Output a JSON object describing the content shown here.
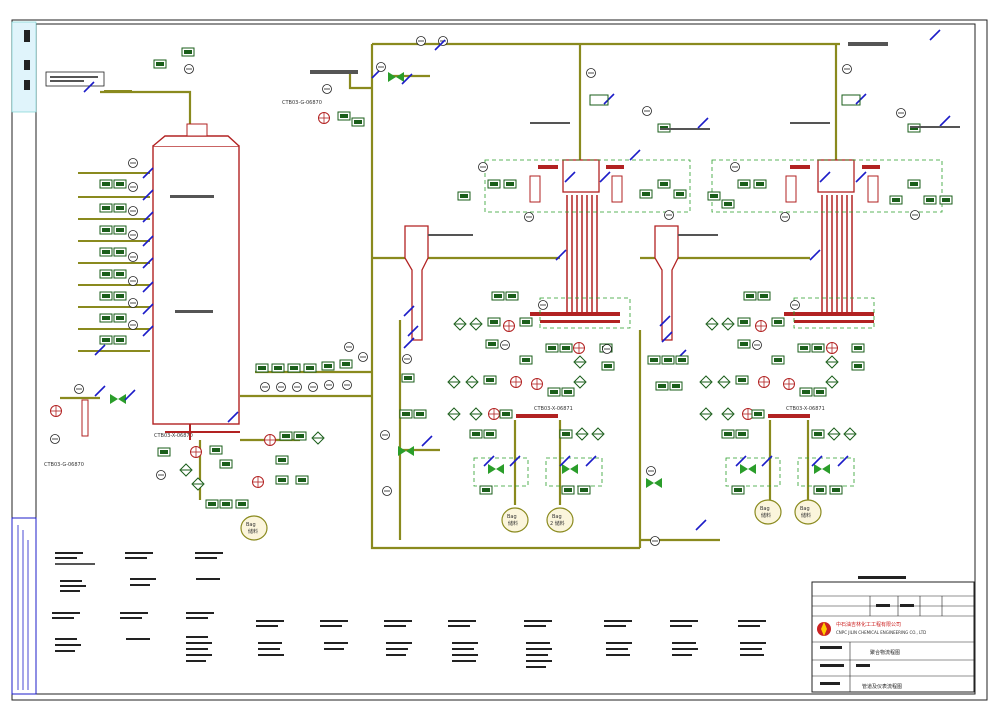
{
  "company": {
    "name_cn": "中石油吉林化工工程有限公司",
    "name_en": "CNPC JILIN CHEMICAL ENGINEERING CO., LTD"
  },
  "tags": {
    "tower": "CTB03-X-06870",
    "pump_left": "CTB03-G-06870",
    "pump_top": "CTB03-G-06870",
    "drum_1": "CTB03-X-06871",
    "drum_2": "CTB03-X-06871"
  },
  "bags": [
    {
      "line1": "Bag",
      "line2": "储料"
    },
    {
      "line1": "Bag",
      "line2": "储料"
    },
    {
      "line1": "Bag",
      "line2": "2 储料"
    },
    {
      "line1": "Bag",
      "line2": "储料"
    },
    {
      "line1": "Bag",
      "line2": "储料"
    }
  ],
  "title_block": {
    "drawing_title": "聚合物流程图",
    "subtitle": "管道及仪表流程图"
  },
  "colors": {
    "process_line": "#8a8a1e",
    "vessel": "#b22222",
    "instrument": "#1a5e1a",
    "valve": "#2a9d2a",
    "signal": "#1c1cc8"
  }
}
